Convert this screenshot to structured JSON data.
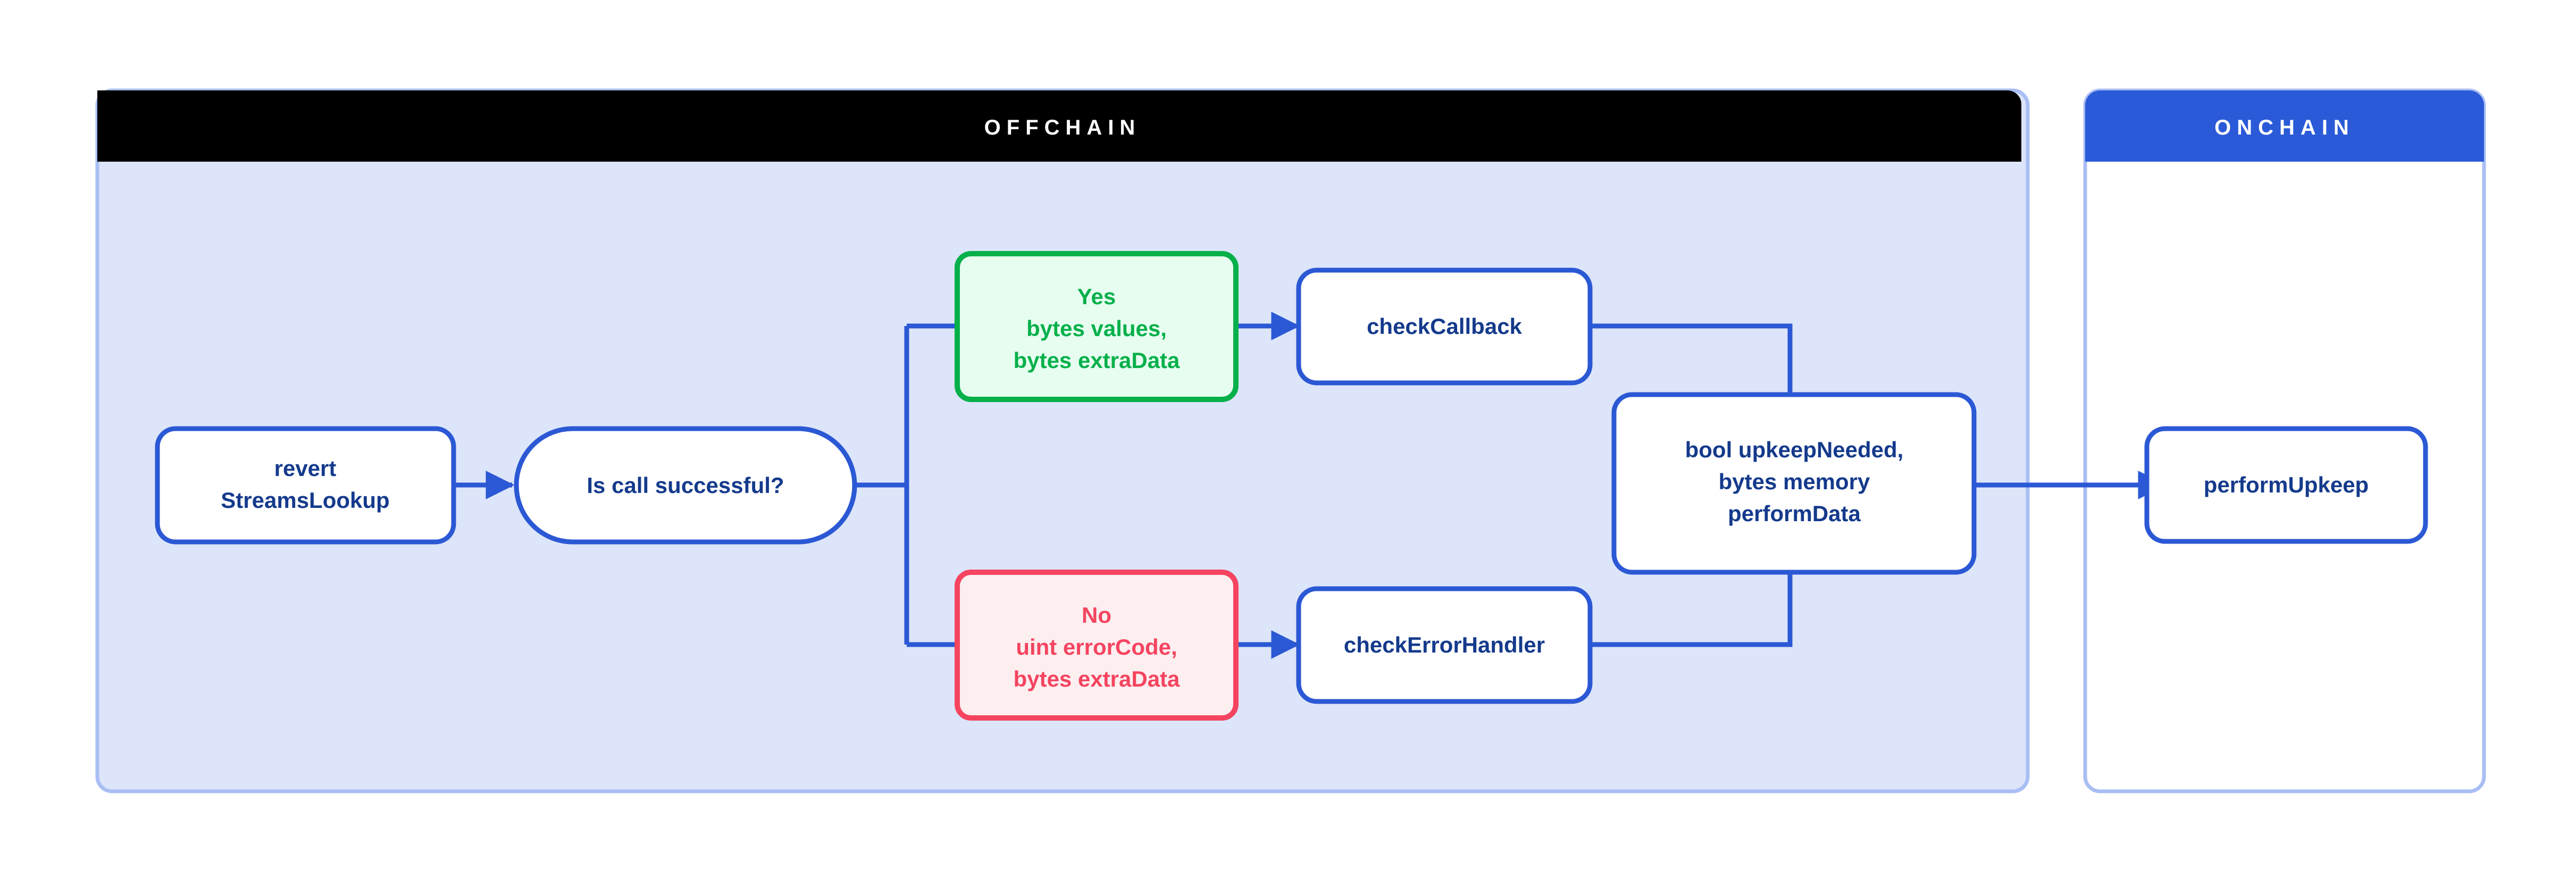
{
  "diagram": {
    "title_offchain": "OFFCHAIN",
    "title_onchain": "ONCHAIN",
    "colors": {
      "offchain_header_bg": "#000000",
      "offchain_body_bg": "#dce5f9",
      "panel_border": "#a9bef4",
      "onchain_header_bg": "#2a5ad7",
      "onchain_body_bg": "#ffffff",
      "connector_blue": "#2b58d4",
      "node_border_blue": "#2b58d4",
      "node_text_navy": "#143a8c",
      "yes_border": "#06b04a",
      "yes_fill": "#e7fdf0",
      "yes_text": "#06b04a",
      "no_border": "#f4445f",
      "no_fill": "#fdeef0",
      "no_text": "#f4445f"
    },
    "nodes": {
      "revert": {
        "line1": "revert",
        "line2": "StreamsLookup"
      },
      "decision": {
        "line1": "Is call successful?"
      },
      "yes": {
        "line1": "Yes",
        "line2": "bytes values,",
        "line3": "bytes extraData"
      },
      "no": {
        "line1": "No",
        "line2": "uint errorCode,",
        "line3": "bytes extraData"
      },
      "check_callback": {
        "line1": "checkCallback"
      },
      "check_error_handler": {
        "line1": "checkErrorHandler"
      },
      "upkeep_result": {
        "line1": "bool upkeepNeeded,",
        "line2": "bytes memory",
        "line3": "performData"
      },
      "perform_upkeep": {
        "line1": "performUpkeep"
      }
    }
  }
}
